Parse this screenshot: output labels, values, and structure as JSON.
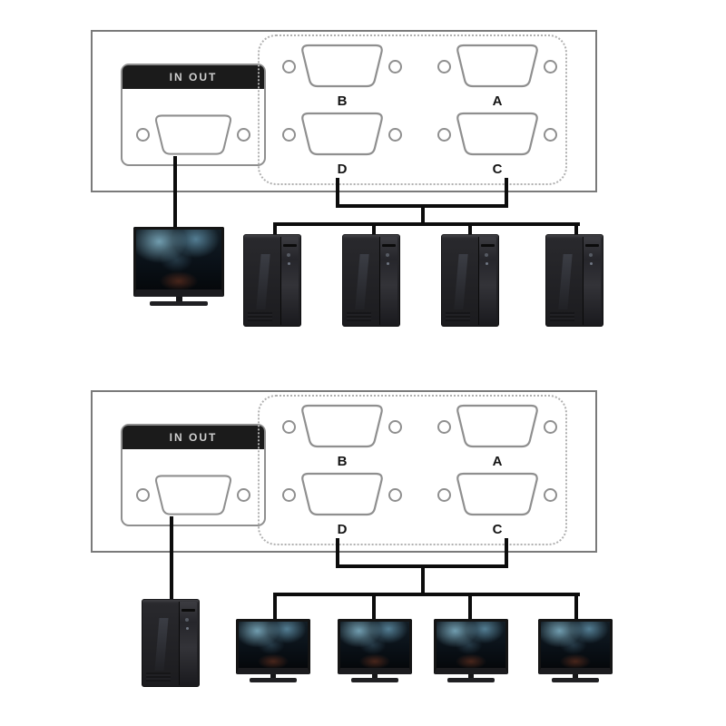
{
  "switch": {
    "inout_label": "IN OUT",
    "ports": [
      {
        "label": "B",
        "position": "top-left"
      },
      {
        "label": "A",
        "position": "top-right"
      },
      {
        "label": "D",
        "position": "bottom-left"
      },
      {
        "label": "C",
        "position": "bottom-right"
      }
    ]
  },
  "diagrams": [
    {
      "inout_device": "monitor",
      "port_devices": [
        "computer-tower",
        "computer-tower",
        "computer-tower",
        "computer-tower"
      ]
    },
    {
      "inout_device": "computer-tower",
      "port_devices": [
        "monitor",
        "monitor",
        "monitor",
        "monitor"
      ]
    }
  ],
  "colors": {
    "background": "#ffffff",
    "cable": "#0c0c0c",
    "box_border": "#7a7a7a",
    "panel_border": "#8f8f8f",
    "dotted_border": "#b0b0b0",
    "header_bg": "#1b1b1b",
    "header_text": "#d0d0d0",
    "label_text": "#141414"
  }
}
